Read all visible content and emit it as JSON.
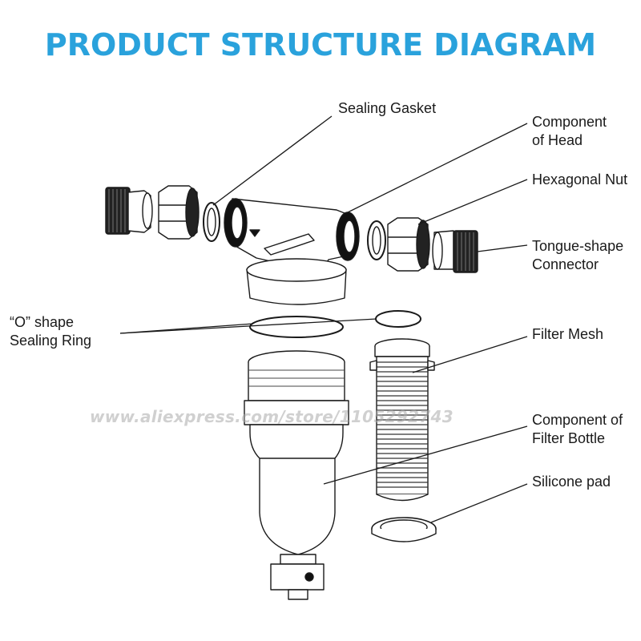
{
  "title": "PRODUCT STRUCTURE DIAGRAM",
  "labels": {
    "sealing_gasket": "Sealing Gasket",
    "component_head_1": "Component",
    "component_head_2": "of Head",
    "hex_nut": "Hexagonal Nut",
    "tongue_1": "Tongue-shape",
    "tongue_2": "Connector",
    "o_ring_1": "“O” shape",
    "o_ring_2": "Sealing Ring",
    "filter_mesh": "Filter Mesh",
    "bottle_1": "Component of",
    "bottle_2": "Filter Bottle",
    "silicone_pad": "Silicone pad"
  },
  "watermark": "www.aliexpress.com/store/1105292743"
}
